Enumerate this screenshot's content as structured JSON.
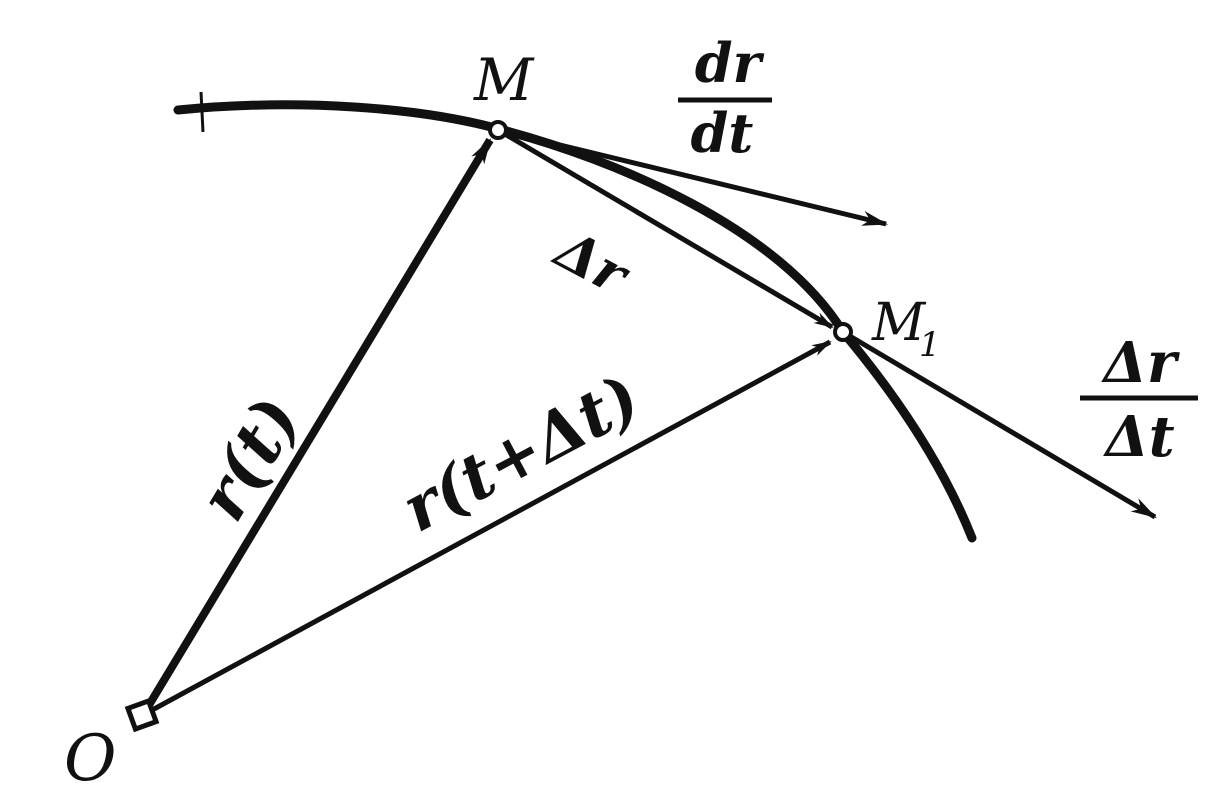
{
  "colors": {
    "ink": "#111111",
    "paper": "#ffffff"
  },
  "points": {
    "origin": "O",
    "m": "M",
    "m1": "M",
    "m1_sub": "1"
  },
  "vectors": {
    "r_t": "r(t)",
    "r_t_dt": "r(t+Δt)",
    "delta_r": "Δr"
  },
  "fractions": {
    "derivative": {
      "num": "dr",
      "den": "dt"
    },
    "difference": {
      "num": "Δr",
      "den": "Δt"
    }
  }
}
